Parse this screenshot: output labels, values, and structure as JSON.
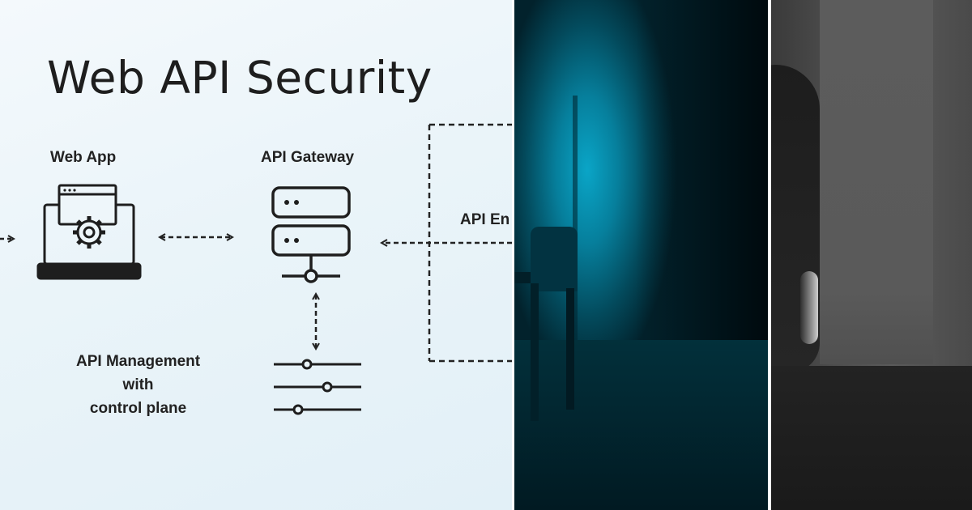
{
  "title": "Web API Security",
  "nodes": {
    "web_app": "Web App",
    "api_gateway": "API Gateway",
    "api_endpoint": "API En",
    "api_management": [
      "API Management",
      "with",
      "control plane"
    ]
  },
  "icons": {
    "web_app": "laptop-gear-icon",
    "api_gateway": "server-icon",
    "api_management": "sliders-icon"
  },
  "colors": {
    "diagram_ink": "#222222",
    "room_teal": "#0aa5c7"
  }
}
